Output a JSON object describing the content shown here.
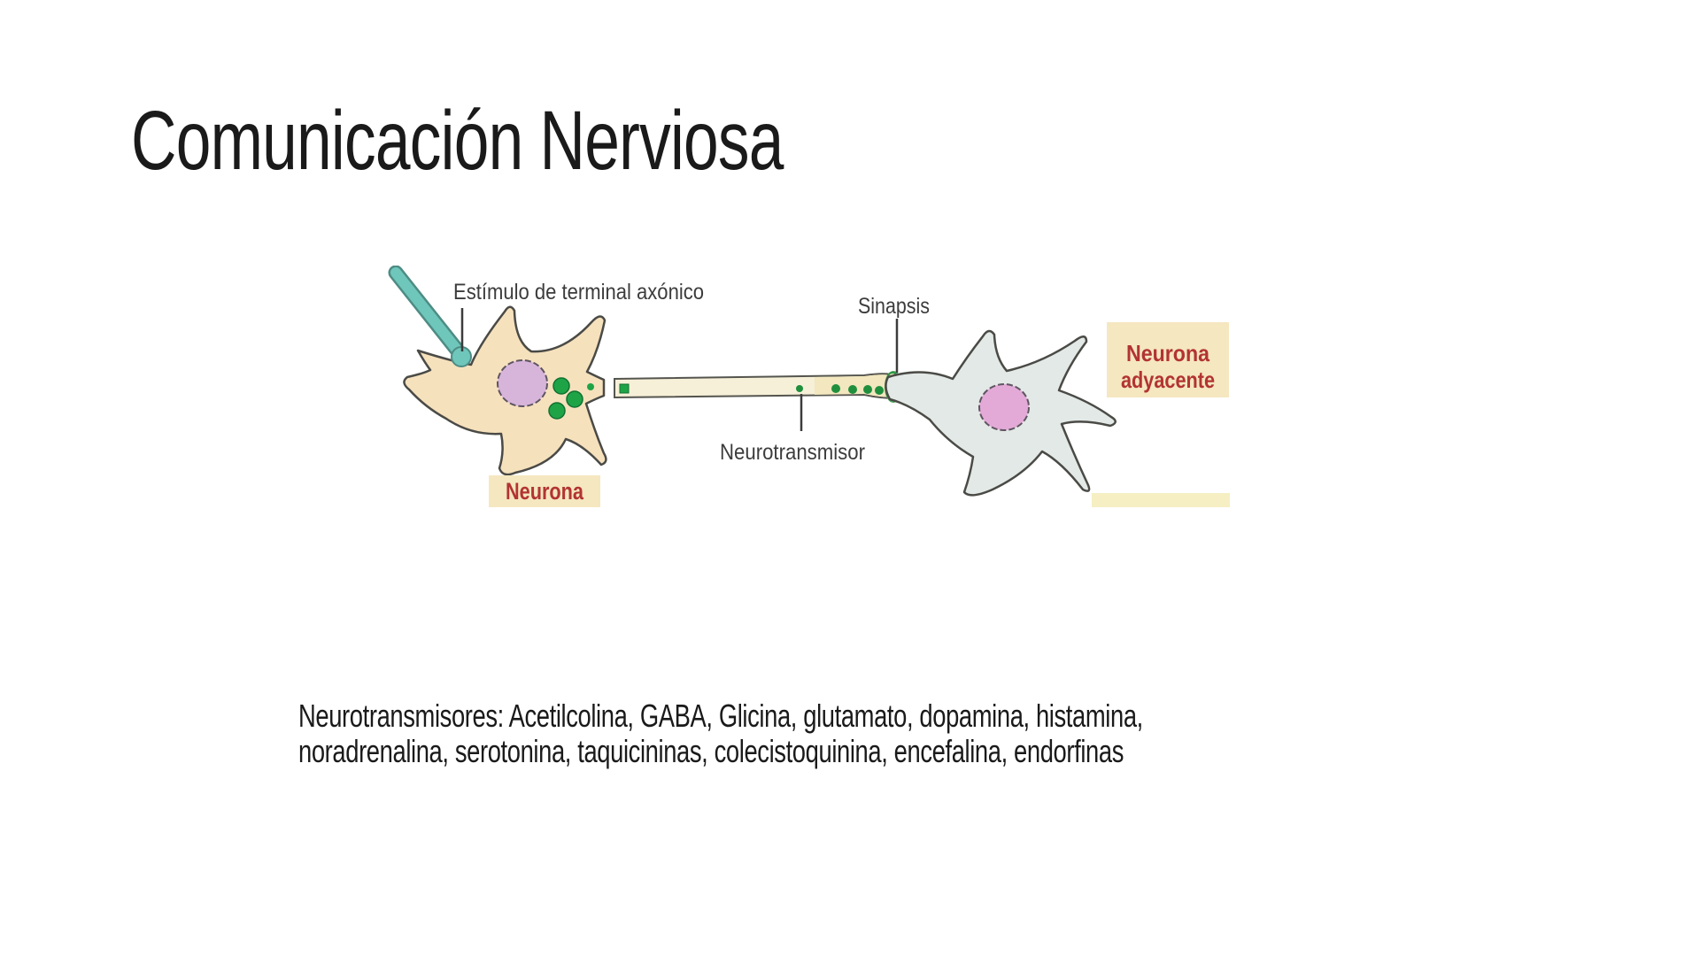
{
  "slide": {
    "title": "Comunicación Nerviosa",
    "body": {
      "line1": "Neurotransmisores: Acetilcolina, GABA, Glicina, glutamato, dopamina, histamina,",
      "line2": "noradrenalina, serotonina, taquicininas, colecistoquinina, encefalina, endorfinas"
    }
  },
  "diagram": {
    "description": "Two neurons joined by an axon at a synapse; an electrode stimulates the first neuron and green neurotransmitter vesicles travel along the axon",
    "labels": {
      "stimulus": "Estímulo de terminal axónico",
      "synapse": "Sinapsis",
      "neurotransmitter": "Neurotransmisor",
      "neuron": "Neurona",
      "adjacent_neuron_line1": "Neurona",
      "adjacent_neuron_line2": "adyacente"
    },
    "colors": {
      "neuron_body": "#F6E1BD",
      "adjacent_neuron_body": "#E3E9E6",
      "nucleus": "#D7B5DB",
      "adjacent_nucleus": "#E3AAD8",
      "vesicle_green": "#1FA347",
      "electrode_teal": "#6FC6BA",
      "axon_fill": "#F7F0D8",
      "label_box_bg": "#F5E7C0",
      "label_red": "#B23432",
      "outline": "#4A4A46"
    }
  }
}
